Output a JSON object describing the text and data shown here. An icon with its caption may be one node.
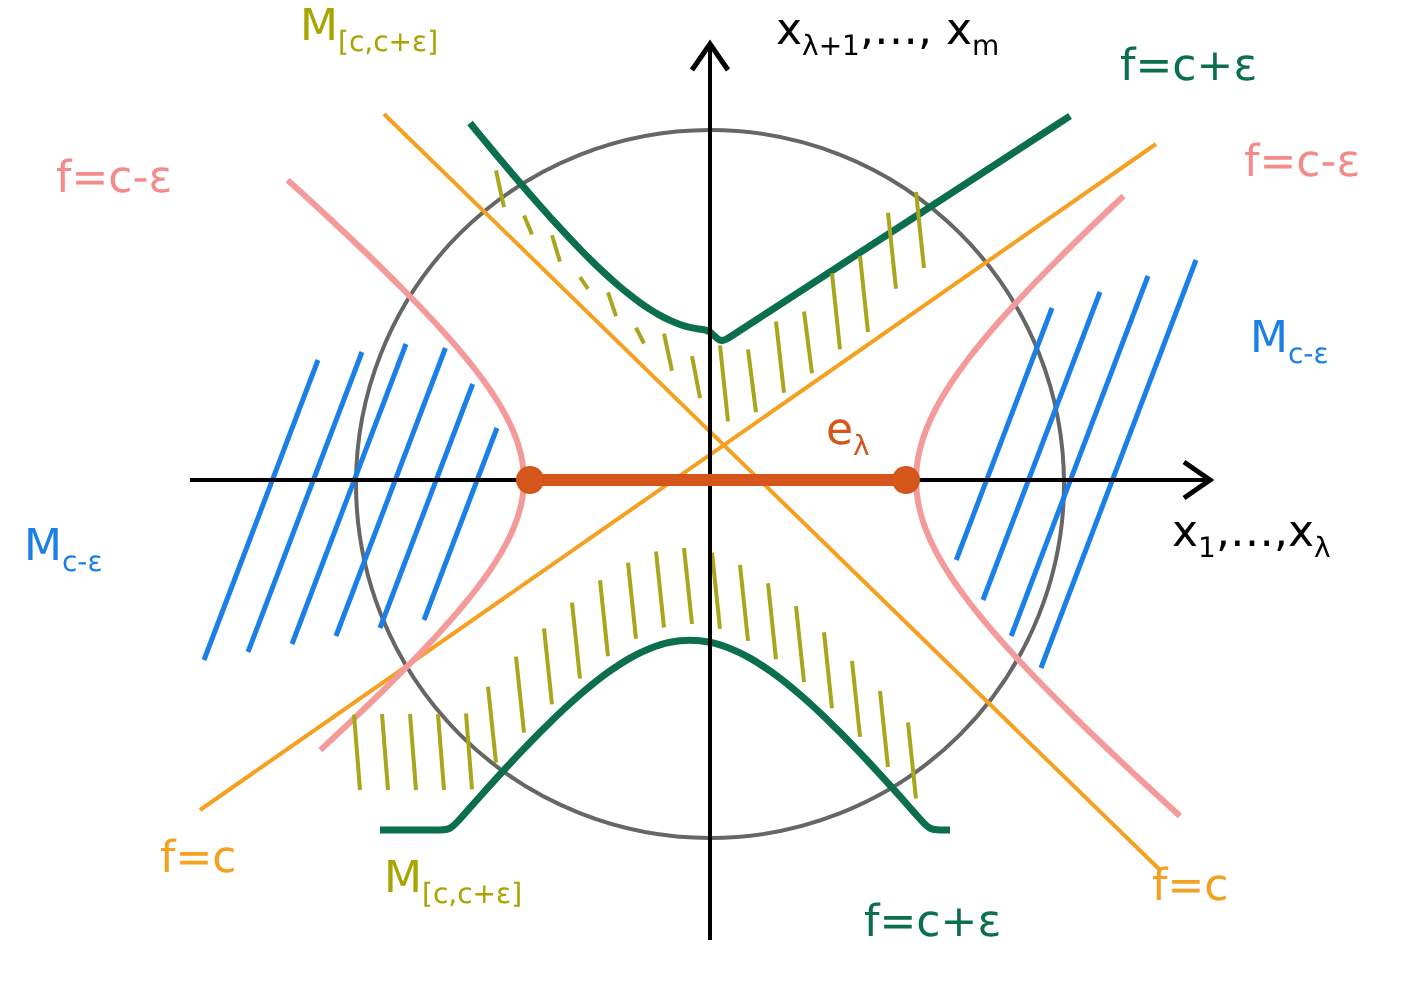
{
  "diagram": {
    "labels": [
      "M$_{[c,c+ε]}$",
      "x$_{λ+1}$,…, x$_{m}$",
      "f=c+ε",
      "f=c-ε",
      "f=c-ε",
      "M$_{c-ε}$",
      "e$_{λ}$",
      "x$_{1}$,…,x$_{λ}$",
      "M$_{c-ε}$",
      "f=c",
      "M$_{[c,c+ε]}$",
      "f=c+ε",
      "f=c"
    ]
  }
}
